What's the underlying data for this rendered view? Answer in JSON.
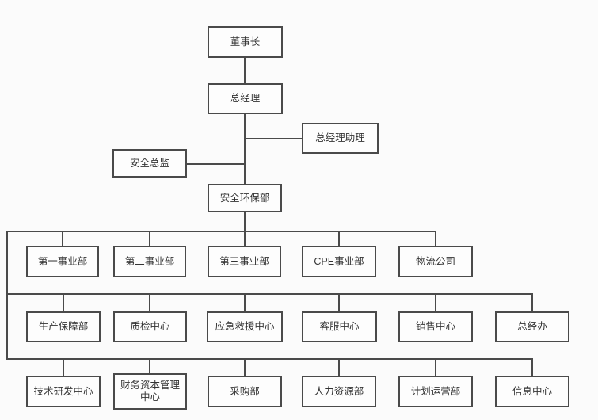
{
  "chart": {
    "type": "org-chart",
    "title": "",
    "nodes": {
      "chairman": "董事长",
      "general_manager": "总经理",
      "gm_assistant": "总经理助理",
      "safety_director": "安全总监",
      "safety_env_dept": "安全环保部",
      "row1": [
        "第一事业部",
        "第二事业部",
        "第三事业部",
        "CPE事业部",
        "物流公司"
      ],
      "row2": [
        "生产保障部",
        "质检中心",
        "应急救援中心",
        "客服中心",
        "销售中心",
        "总经办"
      ],
      "row3": [
        "技术研发中心",
        "财务资本管理中心",
        "采购部",
        "人力资源部",
        "计划运营部",
        "信息中心"
      ]
    },
    "colors": {
      "line": "#4a4a4a",
      "box_border": "#4a4a4a",
      "box_fill": "#fdfdfd",
      "background": "#fbfbfb",
      "text": "#333333"
    }
  }
}
